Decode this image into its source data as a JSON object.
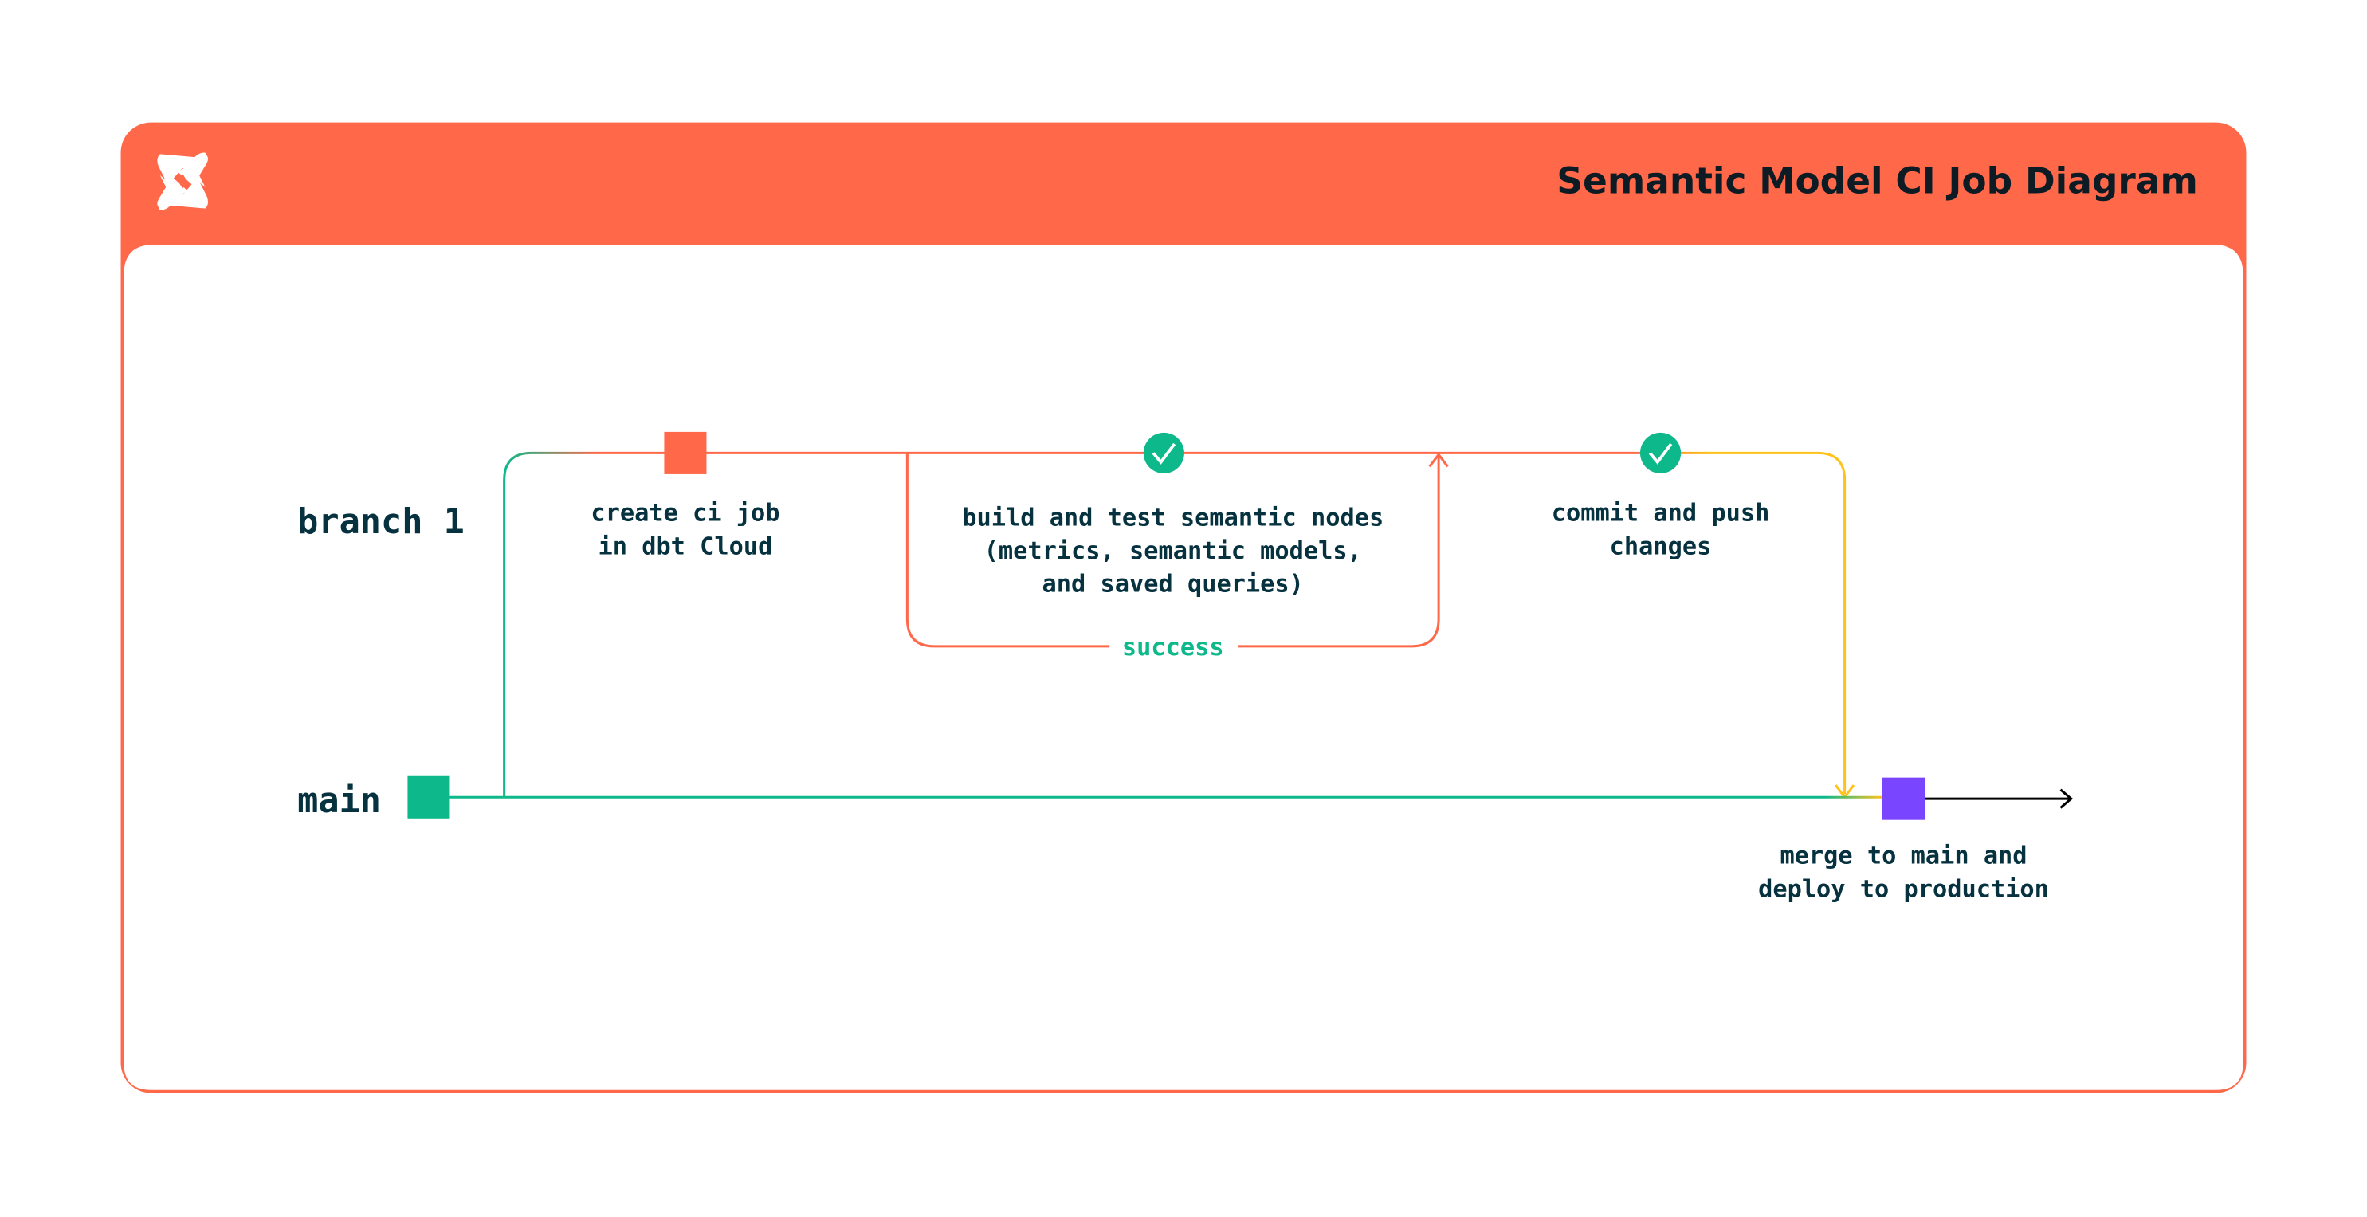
{
  "header": {
    "title": "Semantic Model CI Job Diagram",
    "logo": "dbt-logo-icon"
  },
  "branches": {
    "branch": "branch 1",
    "main": "main"
  },
  "steps": {
    "create": [
      "create ci job",
      "in dbt Cloud"
    ],
    "build": [
      "build and test semantic nodes",
      "(metrics, semantic models,",
      "and saved queries)"
    ],
    "success": "success",
    "commit": [
      "commit and push",
      "changes"
    ],
    "merge": [
      "merge to main and",
      "deploy to production"
    ]
  },
  "colors": {
    "brand": "#ff694a",
    "green": "#0db88a",
    "yellow": "#ffc21a",
    "purple": "#7a45ff",
    "text": "#06323f"
  }
}
